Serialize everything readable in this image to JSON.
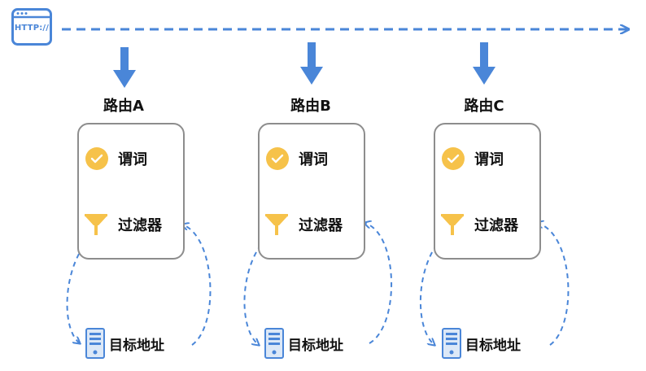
{
  "http_icon": {
    "label": "HTTP://",
    "icon": "browser-window-icon"
  },
  "routes": [
    {
      "title": "路由A",
      "predicate": "谓词",
      "filter": "过滤器",
      "target": "目标地址"
    },
    {
      "title": "路由B",
      "predicate": "谓词",
      "filter": "过滤器",
      "target": "目标地址"
    },
    {
      "title": "路由C",
      "predicate": "谓词",
      "filter": "过滤器",
      "target": "目标地址"
    }
  ],
  "colors": {
    "arrow_blue": "#4a86d8",
    "check_yellow": "#f6c24a",
    "card_border": "#8d8d8d"
  }
}
